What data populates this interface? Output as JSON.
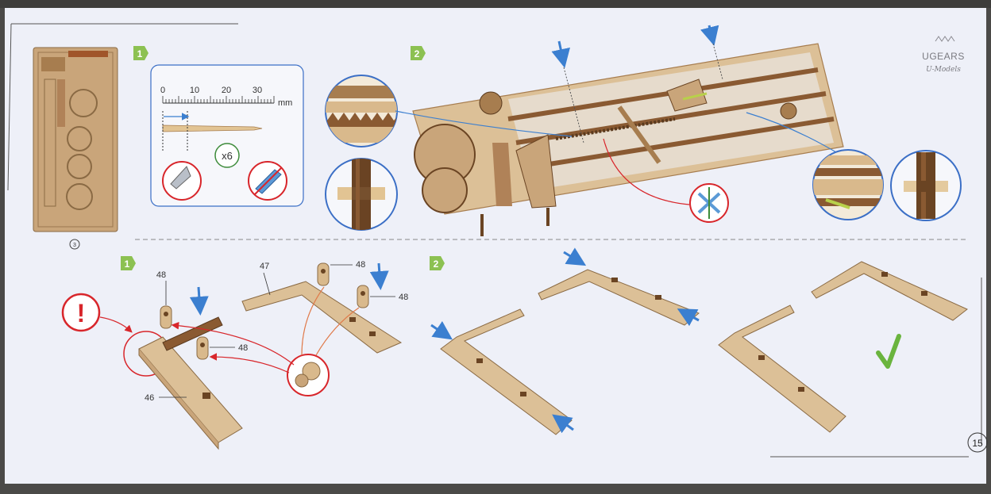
{
  "brand": {
    "name": "UGEARS",
    "tagline": "U-Models"
  },
  "page_number": "15",
  "sheet_number": "3",
  "top": {
    "step1": {
      "badge": "1",
      "ruler_ticks": [
        "0",
        "10",
        "20",
        "30"
      ],
      "ruler_unit": "mm",
      "multiplier": "x6"
    },
    "step2": {
      "badge": "2"
    }
  },
  "bottom": {
    "step1": {
      "badge": "1",
      "part_labels": {
        "p48a": "48",
        "p48b": "48",
        "p48c": "48",
        "p48d": "48",
        "p47": "47",
        "p46": "46"
      },
      "warning": "!"
    },
    "step2": {
      "badge": "2"
    }
  },
  "colors": {
    "wood": "#d9b98c",
    "wood_dark": "#8a5a32",
    "step_badge": "#8cc152",
    "blue_arrow": "#3b7fd0",
    "red_callout": "#d8262b",
    "check": "#6ab43e"
  }
}
